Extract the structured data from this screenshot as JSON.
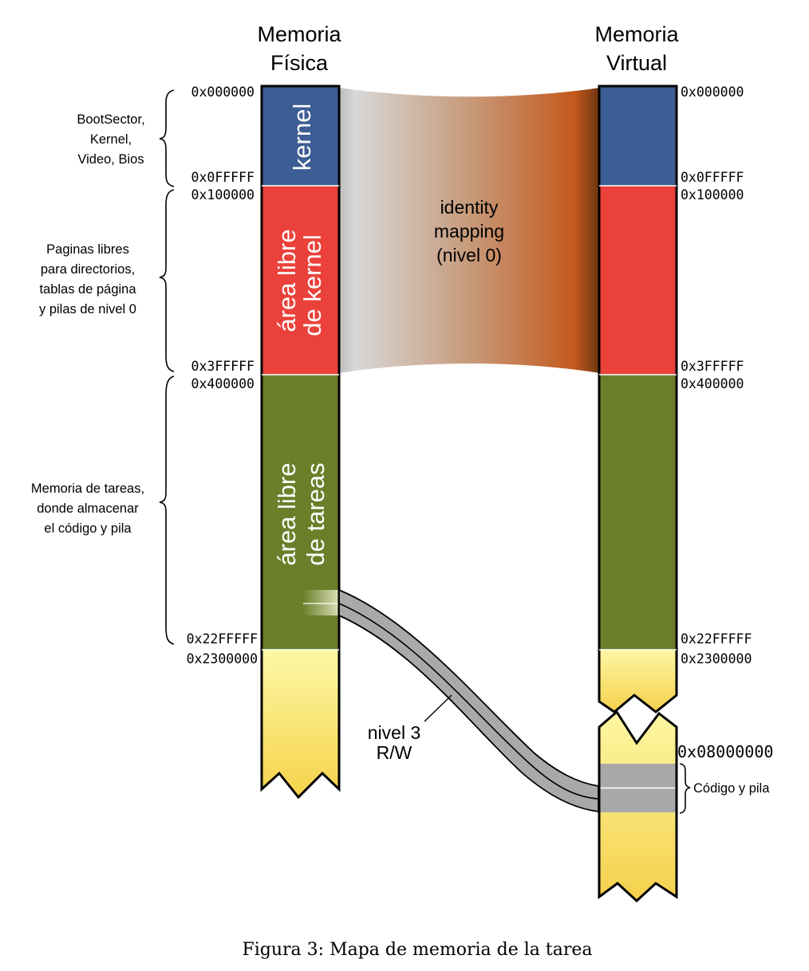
{
  "physical": {
    "title_line1": "Memoria",
    "title_line2": "Física",
    "addresses": {
      "a0": "0x000000",
      "a1": "0x0FFFFF",
      "a2": "0x100000",
      "a3": "0x3FFFFF",
      "a4": "0x400000",
      "a5": "0x22FFFFF",
      "a6": "0x2300000"
    },
    "segments": {
      "kernel": "kernel",
      "kernel_free_line1": "área libre",
      "kernel_free_line2": "de kernel",
      "tasks_free_line1": "área libre",
      "tasks_free_line2": "de tareas"
    }
  },
  "virtual": {
    "title_line1": "Memoria",
    "title_line2": "Virtual",
    "addresses": {
      "a0": "0x000000",
      "a1": "0x0FFFFF",
      "a2": "0x100000",
      "a3": "0x3FFFFF",
      "a4": "0x400000",
      "a5": "0x22FFFFF",
      "a6": "0x2300000",
      "a7": "0x08000000"
    }
  },
  "notes": {
    "boot_line1": "BootSector,",
    "boot_line2": "Kernel,",
    "boot_line3": "Video, Bios",
    "pages_line1": "Paginas libres",
    "pages_line2": "para directorios,",
    "pages_line3": "tablas de página",
    "pages_line4": "y pilas de nivel 0",
    "tasks_line1": "Memoria de tareas,",
    "tasks_line2": "donde almacenar",
    "tasks_line3": "el código y pila",
    "code_stack": "Código y pila"
  },
  "mappings": {
    "identity_line1": "identity",
    "identity_line2": "mapping",
    "identity_line3": "(nivel 0)",
    "task_line1": "nivel 3",
    "task_line2": "R/W"
  },
  "caption": "Figura 3: Mapa de memoria de la tarea",
  "colors": {
    "kernel": "#3d5e94",
    "kernel_free": "#eb413b",
    "tasks_free": "#6b7f2a",
    "high_memory_top": "#fcf49a",
    "high_memory_bottom": "#f6d24a",
    "mapping_band": "#a9a9a9",
    "identity_start": "#d0d0d0",
    "identity_end": "#c1521b"
  }
}
